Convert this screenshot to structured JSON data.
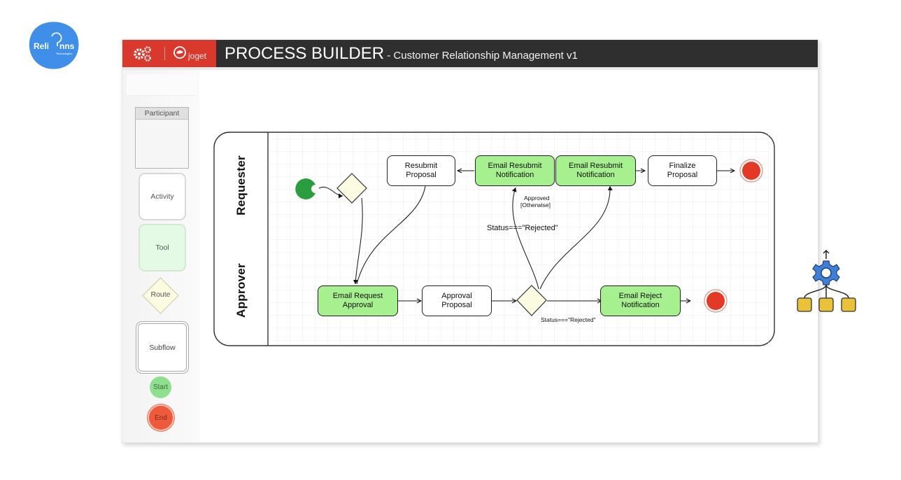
{
  "brand": {
    "name": "Reli",
    "name_suffix": "nns",
    "tagline": "Technologies",
    "color": "#3f8fe8"
  },
  "titlebar": {
    "logo_text": "joget",
    "title": "PROCESS BUILDER",
    "subtitle": " - Customer Relationship Management v1",
    "accent": "#d9382d",
    "background": "#2f2f2f"
  },
  "palette": {
    "items": [
      {
        "label": "Participant",
        "type": "participant"
      },
      {
        "label": "Activity",
        "type": "activity"
      },
      {
        "label": "Tool",
        "type": "tool"
      },
      {
        "label": "Route",
        "type": "route"
      },
      {
        "label": "Subflow",
        "type": "subflow"
      },
      {
        "label": "Start",
        "type": "start"
      },
      {
        "label": "End",
        "type": "end"
      }
    ]
  },
  "diagram": {
    "lanes": [
      {
        "label": "Requester"
      },
      {
        "label": "Approver"
      }
    ],
    "nodes": {
      "resubmit_proposal": "Resubmit\nProposal",
      "email_resubmit_1": "Email Resubmit\nNotification",
      "email_resubmit_2": "Email Resubmit\nNotification",
      "finalize_proposal": "Finalize\nProposal",
      "email_request_approval": "Email Request\nApproval",
      "approval_proposal": "Approval\nProposal",
      "email_reject_notification": "Email Reject\nNotification"
    },
    "labels": {
      "approved": "Approved",
      "otherwise": "[Otherwise]",
      "rejected_upper": "Status===\"Rejected\"",
      "rejected_lower": "Status===\"Rejected\""
    },
    "colors": {
      "tool": "#a6f08f",
      "start": "#2a9d3f",
      "end": "#e23a26",
      "route": "#fbfbe1"
    }
  }
}
